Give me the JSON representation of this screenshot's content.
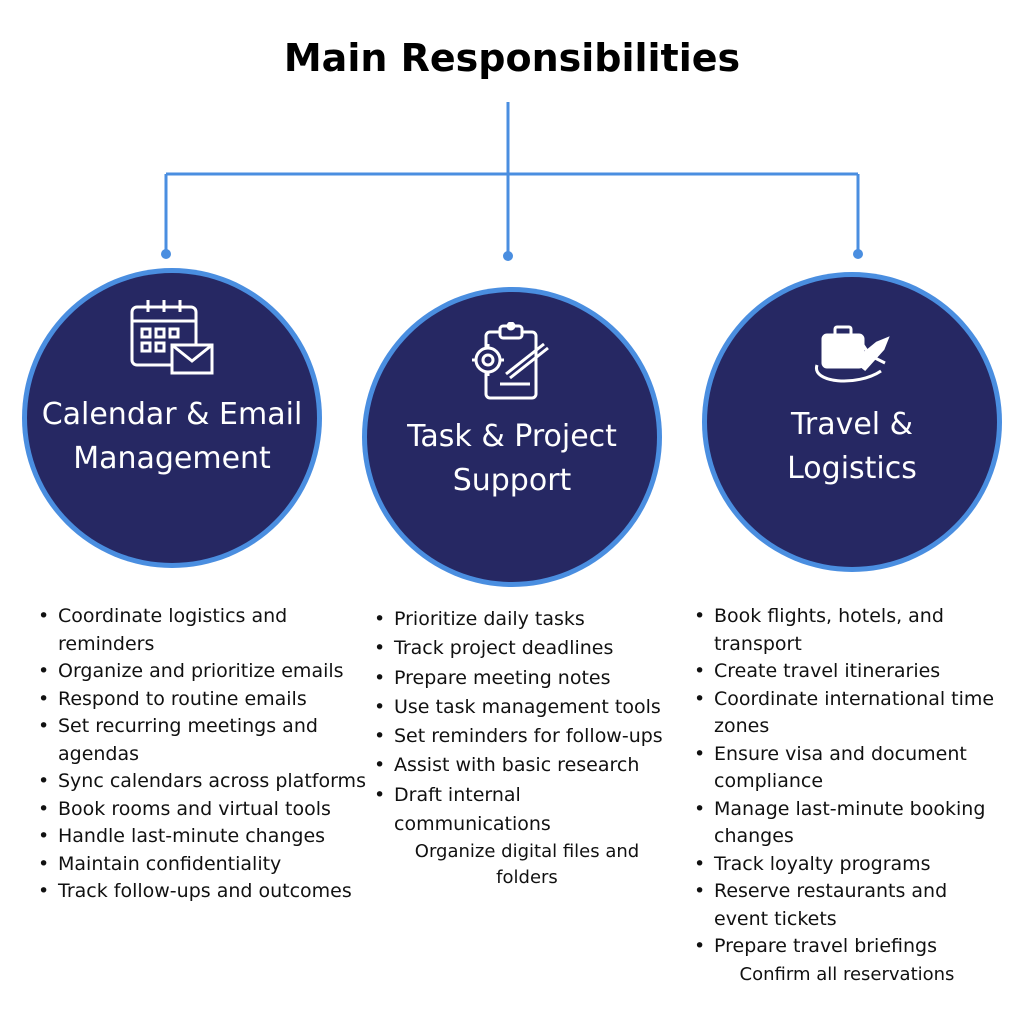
{
  "title": "Main Responsibilities",
  "colors": {
    "circle_fill": "#262863",
    "accent": "#4a8ee0"
  },
  "branches": [
    {
      "label": "Calendar & Email\nManagement",
      "icon": "calendar-email-icon",
      "items": [
        "Coordinate logistics and reminders",
        "Organize and prioritize emails",
        "Respond to routine emails",
        "Set recurring meetings and agendas",
        "Sync calendars across platforms",
        "Book rooms and virtual tools",
        "Handle last-minute changes",
        "Maintain confidentiality",
        "Track follow-ups and outcomes"
      ]
    },
    {
      "label": "Task & Project\nSupport",
      "icon": "clipboard-gear-icon",
      "items": [
        "Prioritize daily tasks",
        "Track project deadlines",
        "Prepare meeting notes",
        "Use task management tools",
        "Set reminders for follow-ups",
        "Assist with basic research",
        "Draft internal communications"
      ],
      "extra": "Organize digital files and folders"
    },
    {
      "label": "Travel &\nLogistics",
      "icon": "travel-briefcase-plane-icon",
      "items": [
        "Book flights, hotels, and transport",
        "Create travel itineraries",
        "Coordinate international time zones",
        "Ensure visa and document compliance",
        "Manage last-minute booking changes",
        "Track loyalty programs",
        "Reserve restaurants and event tickets",
        "Prepare travel briefings"
      ],
      "extra": "Confirm all reservations"
    }
  ]
}
